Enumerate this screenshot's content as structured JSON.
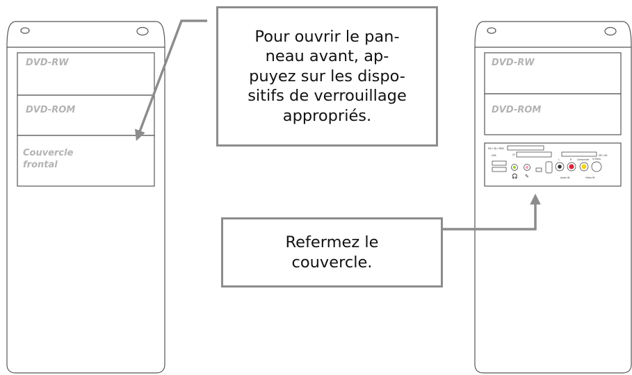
{
  "left_tower": {
    "bay1_label": "DVD-RW",
    "bay2_label": "DVD-ROM",
    "bay3_label_line1": "Couvercle",
    "bay3_label_line2": "frontal"
  },
  "right_tower": {
    "bay1_label": "DVD-RW",
    "bay2_label": "DVD-ROM",
    "io_panel": {
      "card_reader_label": "MS / SD / MMC",
      "cf_label": "CF",
      "sm_xd_label": "SM / XD",
      "usb_label": "USB",
      "audio_l_label": "L",
      "audio_r_label": "R",
      "audio_in_label": "Audio IN",
      "composite_label": "Composite",
      "svideo_label": "S-Video",
      "video_in_label": "Video IN"
    }
  },
  "callouts": {
    "open_panel_text": "Pour ouvrir le pan-\nneau avant, ap-\npuyez sur les dispo-\nsitifs de verrouillage\nappropriés.",
    "close_cover_text": "Refermez le\ncouvercle."
  },
  "colors": {
    "outline": "#555555",
    "arrow": "#8c8c8c",
    "label_gray": "#b3b3b3",
    "red_jack": "#d7263d",
    "yellow_jack": "#f2d21b",
    "green_jack": "#9bcf3a",
    "pink_jack": "#f2a3b8"
  }
}
